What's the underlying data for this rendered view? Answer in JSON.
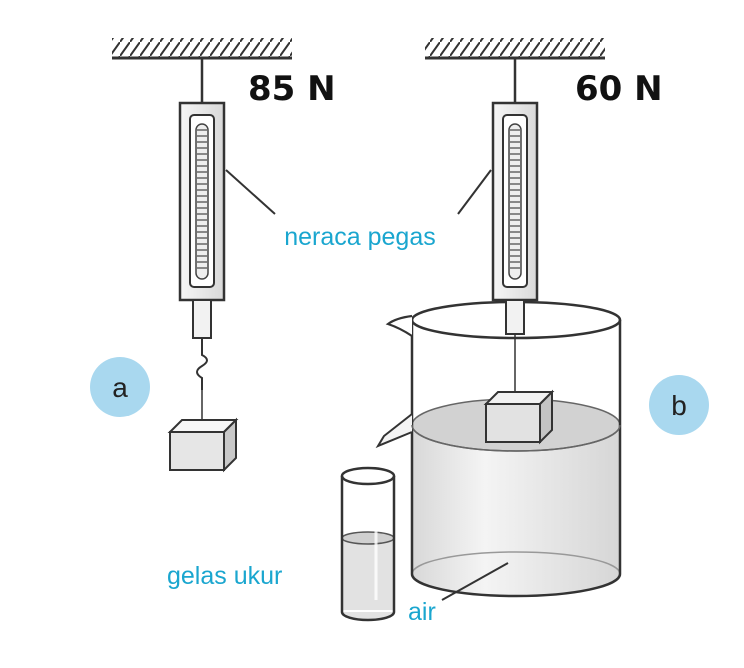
{
  "readings": {
    "a": "85 N",
    "b": "60 N"
  },
  "labels": {
    "spring_balance": "neraca pegas",
    "measuring_cylinder": "gelas ukur",
    "water": "air"
  },
  "markers": {
    "a": "a",
    "b": "b"
  },
  "colors": {
    "label_text": "#1aa6cf",
    "marker_fill": "#a9d8ef",
    "water": "#e4e4e4",
    "outline": "#333333"
  }
}
